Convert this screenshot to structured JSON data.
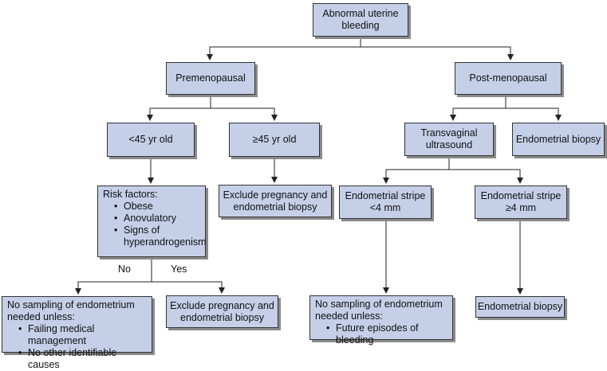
{
  "nodes": {
    "root": [
      "Abnormal uterine",
      "bleeding"
    ],
    "premenopausal": "Premenopausal",
    "postmenopausal": "Post-menopausal",
    "under45": "<45 yr old",
    "over45": "≥45 yr old",
    "tvus": [
      "Transvaginal",
      "ultrasound"
    ],
    "endo_biopsy_top": "Endometrial biopsy",
    "risk": {
      "title": "Risk factors:",
      "items": [
        "Obese",
        "Anovulatory",
        "Signs of",
        "hyperandrogenism"
      ]
    },
    "exclude_over45": [
      "Exclude pregnancy and",
      "endometrial biopsy"
    ],
    "stripe_lt4": [
      "Endometrial stripe",
      "<4 mm"
    ],
    "stripe_ge4": [
      "Endometrial stripe",
      "≥4 mm"
    ],
    "no_sampling_left": {
      "line1": "No sampling of endometrium",
      "line2": "needed unless:",
      "items": [
        "Failing medical management",
        "No other identifiable causes"
      ]
    },
    "exclude_yes": [
      "Exclude pregnancy and",
      "endometrial biopsy"
    ],
    "no_sampling_right": {
      "line1": "No sampling of endometrium",
      "line2": "needed unless:",
      "items": [
        "Future episodes of bleeding"
      ]
    },
    "endo_biopsy_bottom": "Endometrial biopsy"
  },
  "edge_labels": {
    "no": "No",
    "yes": "Yes"
  }
}
